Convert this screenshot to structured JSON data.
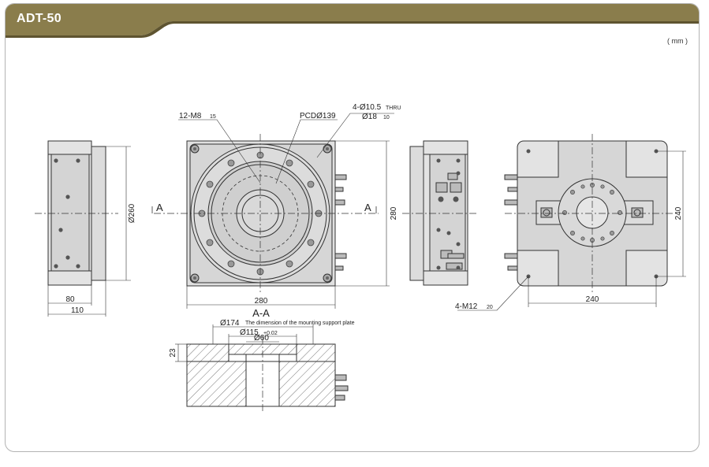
{
  "header": {
    "title": "ADT-50",
    "unit": "( mm )"
  },
  "colors": {
    "header_band": "#8a7d4c",
    "header_dark": "#5e5430",
    "part_fill": "#d9d9d9",
    "line": "#333333"
  },
  "views": {
    "left_side": {
      "dim_height": "Ø260",
      "dim_depth_1": "80",
      "dim_depth_2": "110"
    },
    "front": {
      "dim_mounting_holes": "12-M8",
      "dim_mounting_depth": "15",
      "dim_pcd": "PCDØ139",
      "dim_thru_holes": "4-Ø10.5",
      "dim_thru_label": "THRU",
      "dim_counterbore": "Ø18",
      "dim_counterbore_depth": "10",
      "dim_width": "280",
      "dim_height": "280",
      "section_mark_left": "A",
      "section_mark_right": "A"
    },
    "right_view": {
      "dim_width": "240",
      "dim_height": "240",
      "dim_holes": "4-M12",
      "dim_holes_depth": "20"
    },
    "section": {
      "title": "A-A",
      "dim_outer": "Ø174",
      "note": "The dimension of the mounting support plate",
      "dim_mid": "Ø115",
      "dim_mid_tol": "+0.02",
      "dim_inner": "Ø60",
      "dim_depth": "23"
    }
  }
}
